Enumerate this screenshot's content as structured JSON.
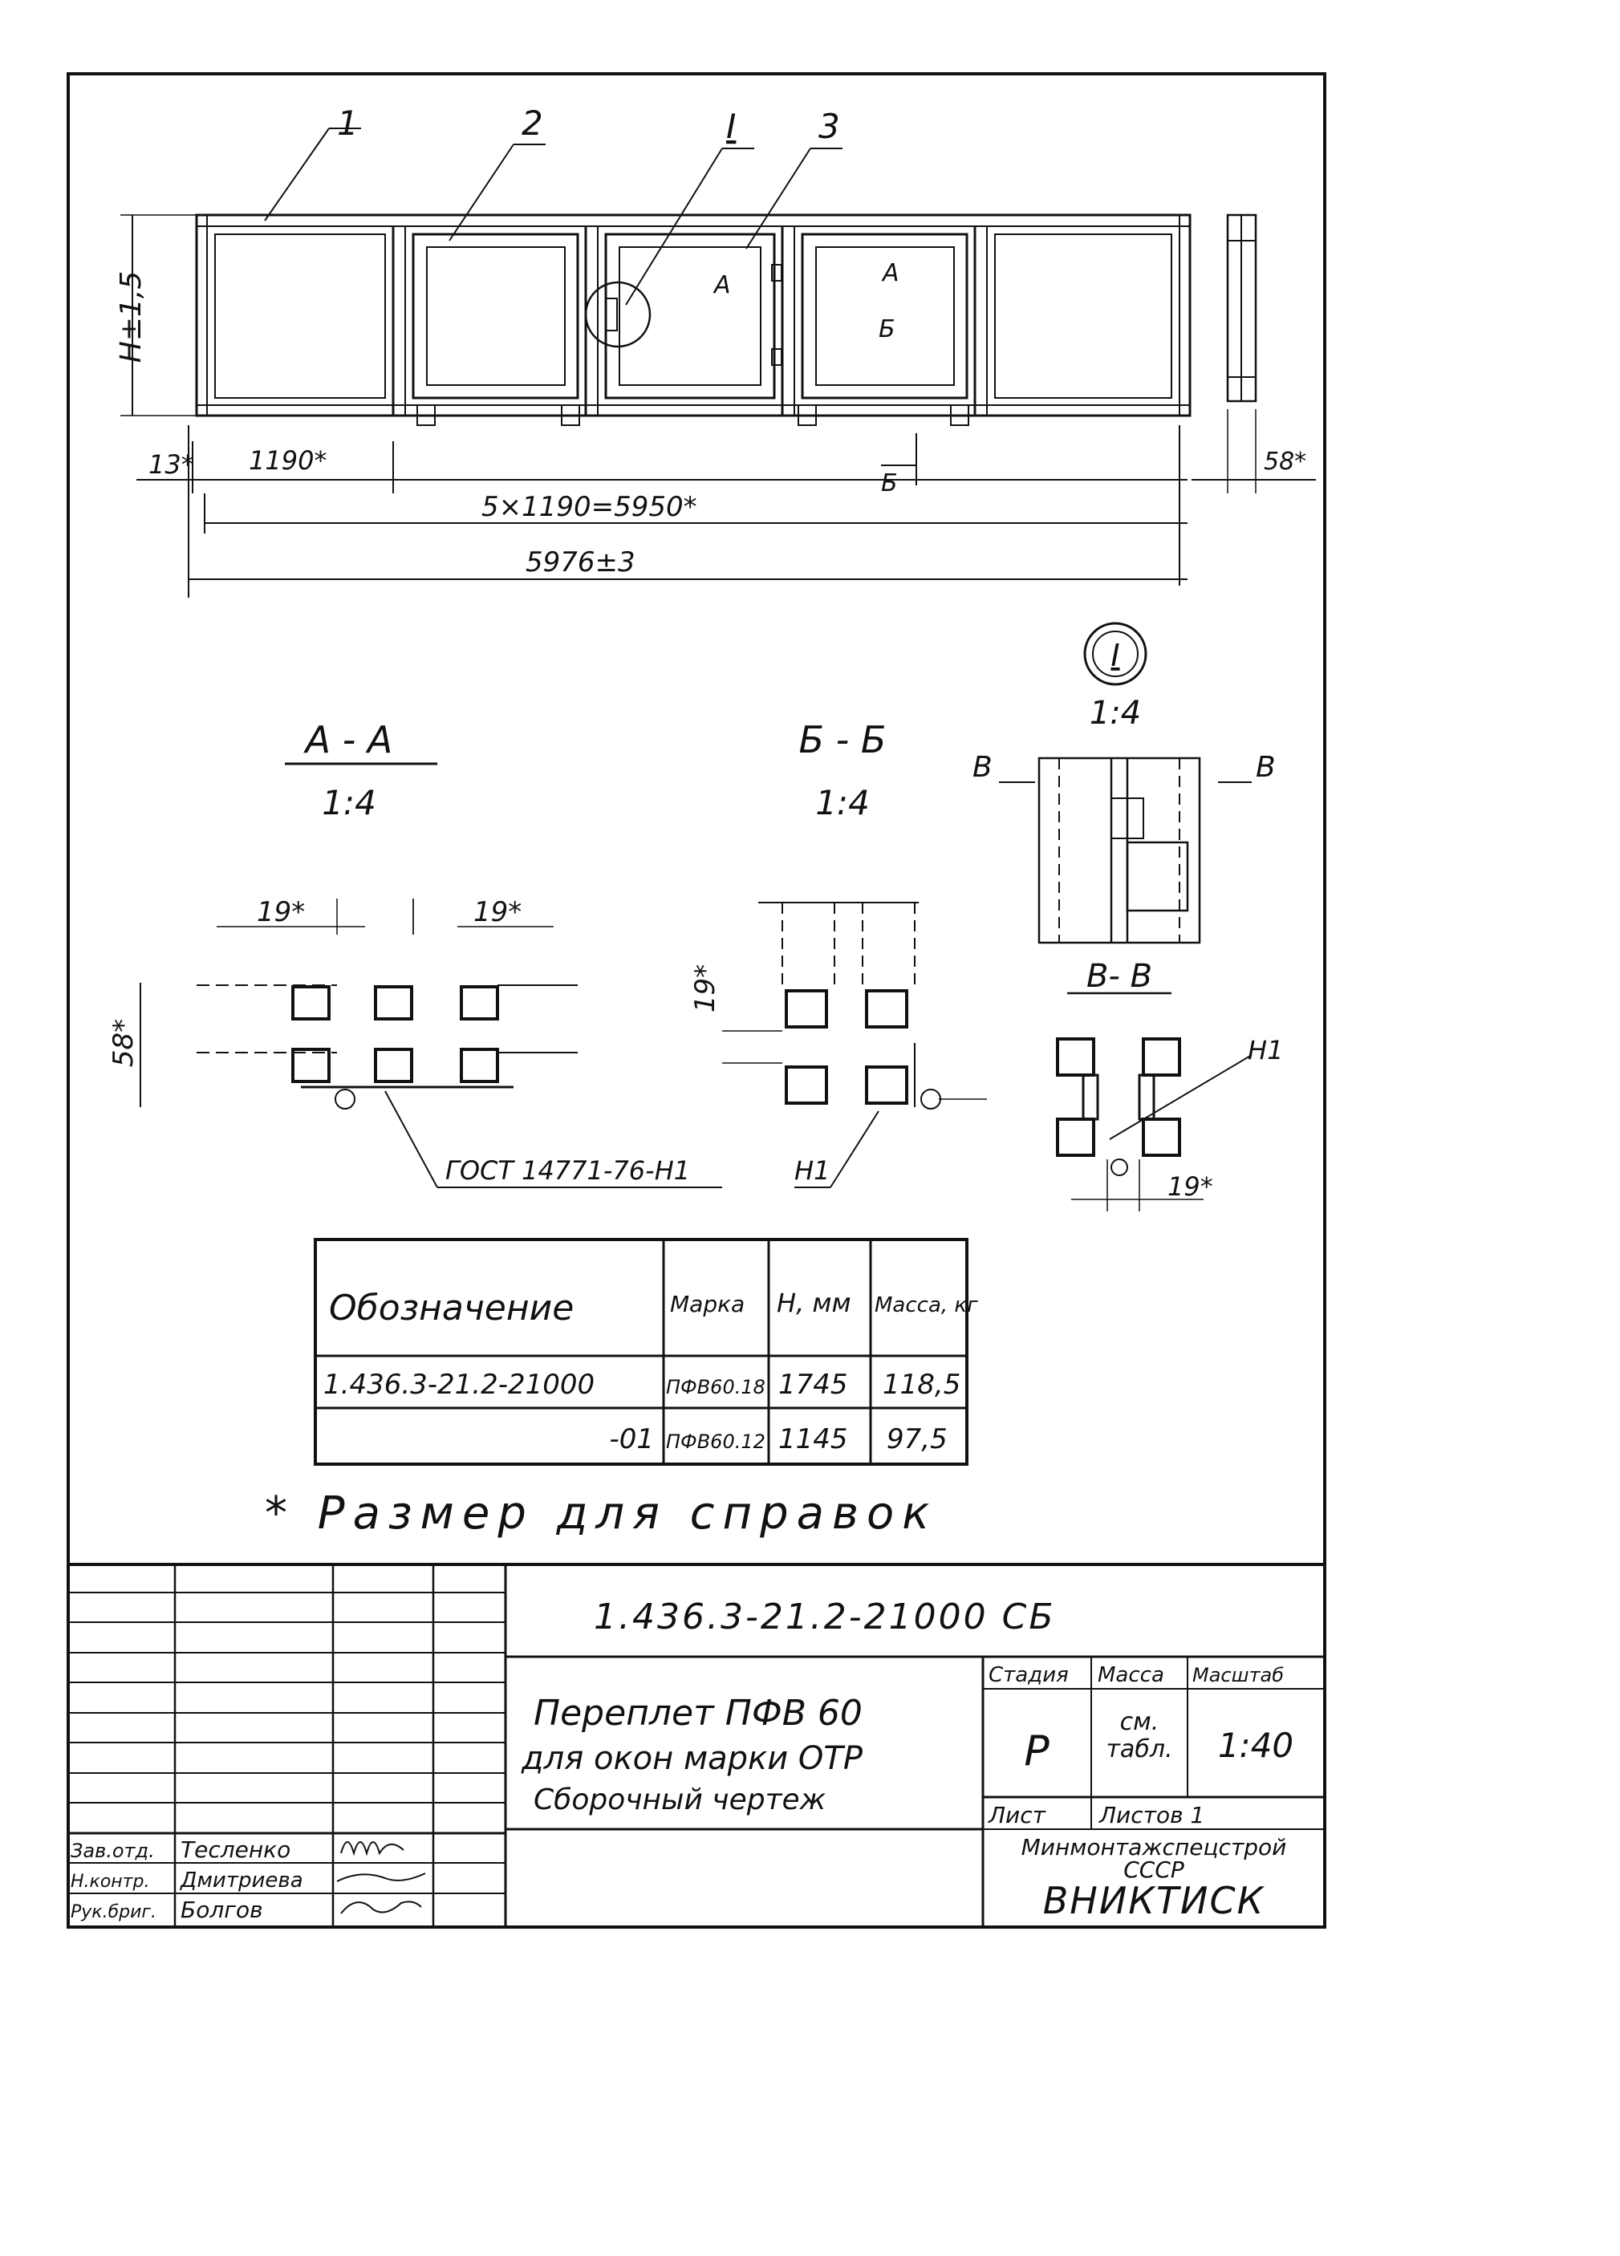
{
  "main_view": {
    "callouts": [
      "1",
      "2",
      "I",
      "3"
    ],
    "section_marks": {
      "a_left": "А",
      "a_right": "А",
      "b_top": "Б",
      "b_bottom": "Б"
    },
    "dim_height": "H±1,5",
    "dim_left_offset": "13*",
    "dim_module": "1190*",
    "dim_modules_total": "5×1190=5950*",
    "dim_overall": "5976±3",
    "dim_depth": "58*"
  },
  "detail_I": {
    "marker": "I",
    "scale": "1:4",
    "cut_left": "В",
    "cut_right": "В",
    "view_title": "В- В"
  },
  "section_AA": {
    "title": "А - А",
    "scale": "1:4",
    "dim_left": "19*",
    "dim_right": "19*",
    "dim_height": "58*",
    "note": "ГОСТ 14771-76-Н1"
  },
  "section_BB": {
    "title": "Б - Б",
    "scale": "1:4",
    "dim": "19*",
    "note": "Н1"
  },
  "section_VV": {
    "note": "Н1",
    "dim": "19*"
  },
  "spec_table": {
    "headers": [
      "Обозначение",
      "Марка",
      "Н, мм",
      "Масса, кг"
    ],
    "rows": [
      [
        "1.436.3-21.2-21000",
        "ПФВ60.18",
        "1745",
        "118,5"
      ],
      [
        "-01",
        "ПФВ60.12",
        "1145",
        "97,5"
      ]
    ]
  },
  "footnote": "* Размер для справок",
  "title_block": {
    "doc_code": "1.436.3-21.2-21000 СБ",
    "title_line1": "Переплет ПФВ 60",
    "title_line2": "для окон марки ОТР",
    "title_line3": "Сборочный чертеж",
    "col_stage": "Стадия",
    "col_mass": "Масса",
    "col_scale": "Масштаб",
    "stage": "Р",
    "mass": "см. табл.",
    "scale": "1:40",
    "sheet": "Лист",
    "sheets": "Листов 1",
    "org_line1": "Минмонтажспецстрой",
    "org_line2": "СССР",
    "org_name": "ВНИКТИСК",
    "signatures": [
      {
        "role": "Зав.отд.",
        "name": "Тесленко"
      },
      {
        "role": "Н.контр.",
        "name": "Дмитриева"
      },
      {
        "role": "Рук.бриг.",
        "name": "Болгов"
      }
    ]
  }
}
